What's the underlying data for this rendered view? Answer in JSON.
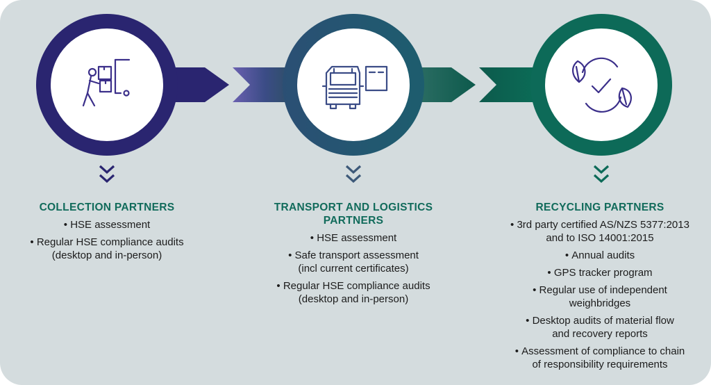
{
  "stages": [
    {
      "icon": "worker-with-hand-truck-icon",
      "title": "COLLECTION PARTNERS",
      "items": [
        "HSE assessment",
        "Regular HSE compliance audits\n(desktop and in-person)"
      ]
    },
    {
      "icon": "truck-icon",
      "title": "TRANSPORT AND LOGISTICS\nPARTNERS",
      "items": [
        "HSE assessment",
        "Safe transport assessment\n(incl current certificates)",
        "Regular HSE compliance audits\n(desktop and in-person)"
      ]
    },
    {
      "icon": "leaf-checkmark-icon",
      "title": "RECYCLING PARTNERS",
      "items": [
        "3rd party certified AS/NZS 5377:2013\nand to ISO 14001:2015",
        "Annual audits",
        "GPS tracker program",
        "Regular use of independent\nweighbridges",
        "Desktop audits of material flow\nand recovery reports",
        "Assessment of compliance to chain\nof responsibility requirements"
      ]
    }
  ],
  "colors": {
    "background": "#d4dcde",
    "navy": "#2a2570",
    "slate": "#3d5979",
    "teal": "#0d6a58",
    "heading": "#116b5b",
    "body_text": "#1c1c1c"
  }
}
